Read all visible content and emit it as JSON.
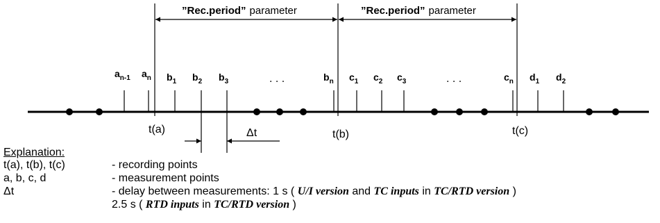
{
  "period_labels": [
    {
      "bold": "”Rec.period”",
      "rest": "parameter"
    },
    {
      "bold": "”Rec.period”",
      "rest": "parameter"
    }
  ],
  "points": {
    "a": {
      "letter": "a",
      "subs": [
        "n-1",
        "n"
      ]
    },
    "b": {
      "letter": "b",
      "subs": [
        "1",
        "2",
        "3",
        "n"
      ]
    },
    "c": {
      "letter": "c",
      "subs": [
        "1",
        "2",
        "3",
        "n"
      ]
    },
    "d": {
      "letter": "d",
      "subs": [
        "1",
        "2"
      ]
    }
  },
  "ellipsis": ". . .",
  "time_labels": [
    "t(a)",
    "t(b)",
    "t(c)"
  ],
  "delta_label": "Δt",
  "legend": {
    "title": "Explanation:",
    "items": [
      {
        "term": "t(a), t(b), t(c)",
        "desc": "- recording points"
      },
      {
        "term": "a, b, c, d",
        "desc": "- measurement points"
      },
      {
        "term": "Δt",
        "desc": "- delay between measurements: 1 s ("
      }
    ],
    "delay_parts": {
      "ui_version": "U/I version",
      "and": "and",
      "tc_inputs": "TC inputs",
      "in": "in",
      "tc_rtd_version": "TC/RTD version",
      "close": ")"
    },
    "second_line": {
      "prefix": "2.5 s (",
      "rtd_inputs": "RTD inputs",
      "in": "in",
      "tc_rtd_version": "TC/RTD version",
      "close": ")"
    }
  }
}
